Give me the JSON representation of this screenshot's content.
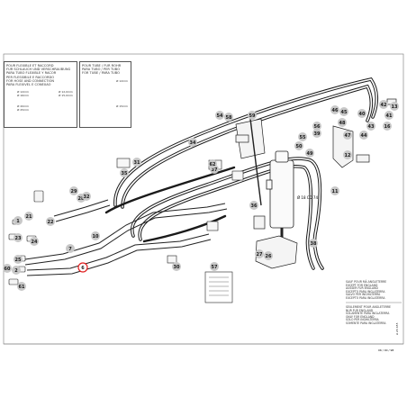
{
  "legend_hose": {
    "lines": [
      "POUR FLEXIBLE ET RACCORD",
      "FUR SCHLAUCH UND VERSCHRAUBUNG",
      "PARA TUBO FLEXIBLE Y RACOR",
      "PER FLESSIBILE E RACCORDO",
      "FOR HOSE AND CONNECTION",
      "PARA FLEXIVEL E CONEXAO"
    ],
    "sizes_left": [
      "Ø 12mm",
      "Ø 16mm",
      "Ø 20mm",
      "Ø 25mm"
    ],
    "sizes_right": [
      "Ø 12,0mm",
      "Ø 15,0mm"
    ]
  },
  "legend_tube": {
    "lines": [
      "POUR TUBE / FUR ROHR",
      "PARA TUBO / PER TUBO",
      "FOR TUBE / PARA TUBO"
    ],
    "sizes": [
      "Ø 12mm",
      "Ø 15mm"
    ]
  },
  "note1": [
    "SAUF POUR MÄ ANGLETERRE",
    "EXCEPT FOR ENGLAND",
    "AUSSER FUR ENGLAND",
    "EXCEPTO PARA INGLATERRA",
    "SALVO PER INGHILTERRA",
    "EXCEPTO PARA INGLATERRA"
  ],
  "note2": [
    "SEULEMENT POUR ANGLETERRE",
    "NUR FUR ENGLAND",
    "SOLAMENTE PARA INGLATERRA",
    "ONLY FOR ENGLAND",
    "SOLO PER INGHILTERRA",
    "SOMENTE PARA INGLATERRA"
  ],
  "cylinder_label": "Ø 18 CD 74",
  "ref_code": "A 23 455",
  "date_code": "06 / 00 / 98",
  "highlight_color": "#e02020",
  "callouts": [
    {
      "id": "c1",
      "text": "1"
    },
    {
      "id": "c2",
      "text": "2"
    },
    {
      "id": "c6",
      "text": "6"
    },
    {
      "id": "c7",
      "text": "7"
    },
    {
      "id": "c10",
      "text": "10"
    },
    {
      "id": "c11",
      "text": "11"
    },
    {
      "id": "c12",
      "text": "12"
    },
    {
      "id": "c13",
      "text": "13"
    },
    {
      "id": "c16",
      "text": "16"
    },
    {
      "id": "c21",
      "text": "21"
    },
    {
      "id": "c22",
      "text": "22"
    },
    {
      "id": "c23",
      "text": "23"
    },
    {
      "id": "c24",
      "text": "24"
    },
    {
      "id": "c25",
      "text": "25"
    },
    {
      "id": "c26",
      "text": "26"
    },
    {
      "id": "c27",
      "text": "27"
    },
    {
      "id": "c28",
      "text": "28"
    },
    {
      "id": "c29",
      "text": "29"
    },
    {
      "id": "c30",
      "text": "30"
    },
    {
      "id": "c31",
      "text": "31"
    },
    {
      "id": "c32",
      "text": "32"
    },
    {
      "id": "c33",
      "text": "33"
    },
    {
      "id": "c34",
      "text": "34"
    },
    {
      "id": "c35",
      "text": "35"
    },
    {
      "id": "c36",
      "text": "36"
    },
    {
      "id": "c37",
      "text": "37"
    },
    {
      "id": "c38",
      "text": "38"
    },
    {
      "id": "c39",
      "text": "39"
    },
    {
      "id": "c40",
      "text": "40"
    },
    {
      "id": "c41",
      "text": "41"
    },
    {
      "id": "c42",
      "text": "42"
    },
    {
      "id": "c43",
      "text": "43"
    },
    {
      "id": "c44",
      "text": "44"
    },
    {
      "id": "c45",
      "text": "45"
    },
    {
      "id": "c46",
      "text": "46"
    },
    {
      "id": "c47",
      "text": "47"
    },
    {
      "id": "c48",
      "text": "48"
    },
    {
      "id": "c49",
      "text": "49"
    },
    {
      "id": "c50",
      "text": "50"
    },
    {
      "id": "c51",
      "text": "51"
    },
    {
      "id": "c52",
      "text": "52"
    },
    {
      "id": "c53",
      "text": "53"
    },
    {
      "id": "c54",
      "text": "54"
    },
    {
      "id": "c55",
      "text": "55"
    },
    {
      "id": "c56",
      "text": "56"
    },
    {
      "id": "c57",
      "text": "57"
    },
    {
      "id": "c58",
      "text": "58"
    },
    {
      "id": "c59",
      "text": "59"
    },
    {
      "id": "c60",
      "text": "60"
    },
    {
      "id": "c61",
      "text": "61"
    },
    {
      "id": "c62",
      "text": "62"
    }
  ]
}
